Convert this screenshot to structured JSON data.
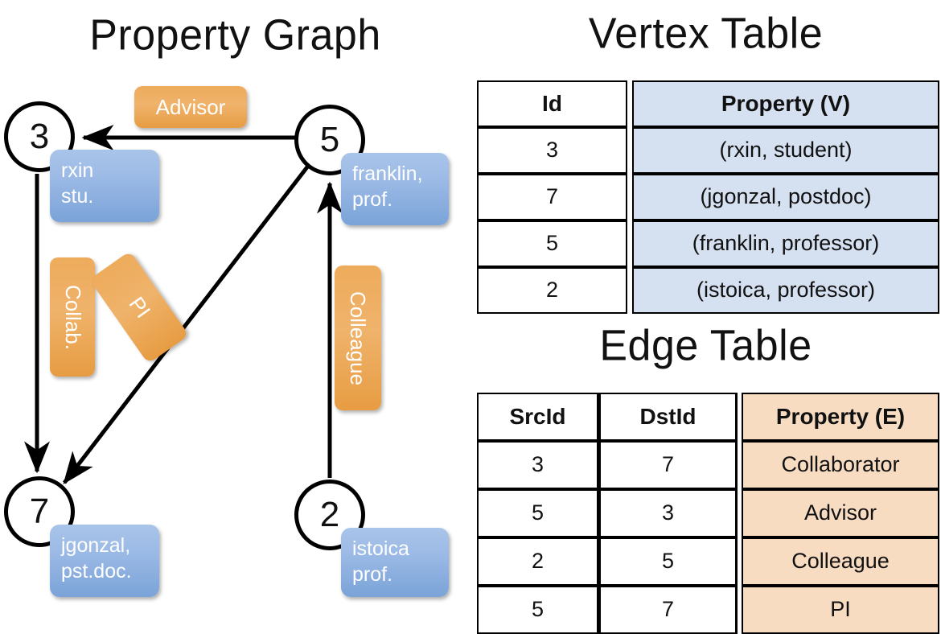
{
  "titles": {
    "graph": "Property Graph",
    "vertex_table": "Vertex Table",
    "edge_table": "Edge Table"
  },
  "graph": {
    "nodes": [
      {
        "id": "3",
        "property_label": "rxin\nstu."
      },
      {
        "id": "5",
        "property_label": "franklin,\nprof."
      },
      {
        "id": "7",
        "property_label": "jgonzal,\npst.doc."
      },
      {
        "id": "2",
        "property_label": "istoica\nprof."
      }
    ],
    "node_labels": {
      "n3": "3",
      "n5": "5",
      "n7": "7",
      "n2": "2"
    },
    "property_boxes": {
      "rxin_line1": "rxin",
      "rxin_line2": "stu.",
      "franklin_line1": "franklin,",
      "franklin_line2": "prof.",
      "jgonzal_line1": "jgonzal,",
      "jgonzal_line2": "pst.doc.",
      "istoica_line1": "istoica",
      "istoica_line2": "prof."
    },
    "edge_labels": {
      "advisor": "Advisor",
      "collab": "Collab.",
      "pi": "PI",
      "colleague": "Colleague"
    },
    "edges": [
      {
        "from": "5",
        "to": "3",
        "label": "Advisor"
      },
      {
        "from": "3",
        "to": "7",
        "label": "Collab."
      },
      {
        "from": "5",
        "to": "7",
        "label": "PI"
      },
      {
        "from": "2",
        "to": "5",
        "label": "Colleague"
      }
    ]
  },
  "vertex_table": {
    "headers": [
      "Id",
      "Property (V)"
    ],
    "rows": [
      {
        "id": "3",
        "property": "(rxin, student)"
      },
      {
        "id": "7",
        "property": "(jgonzal, postdoc)"
      },
      {
        "id": "5",
        "property": "(franklin, professor)"
      },
      {
        "id": "2",
        "property": "(istoica, professor)"
      }
    ]
  },
  "edge_table": {
    "headers": [
      "SrcId",
      "DstId",
      "Property (E)"
    ],
    "rows": [
      {
        "src": "3",
        "dst": "7",
        "property": "Collaborator"
      },
      {
        "src": "5",
        "dst": "3",
        "property": "Advisor"
      },
      {
        "src": "2",
        "dst": "5",
        "property": "Colleague"
      },
      {
        "src": "5",
        "dst": "7",
        "property": "PI"
      }
    ]
  },
  "colors": {
    "vertex_property_fill": "#d5e0f1",
    "edge_property_fill": "#f7dcc2",
    "node_property_box": "#7aa3d8",
    "edge_label_box": "#e79c42",
    "background": "#ffffff",
    "stroke": "#000000"
  }
}
